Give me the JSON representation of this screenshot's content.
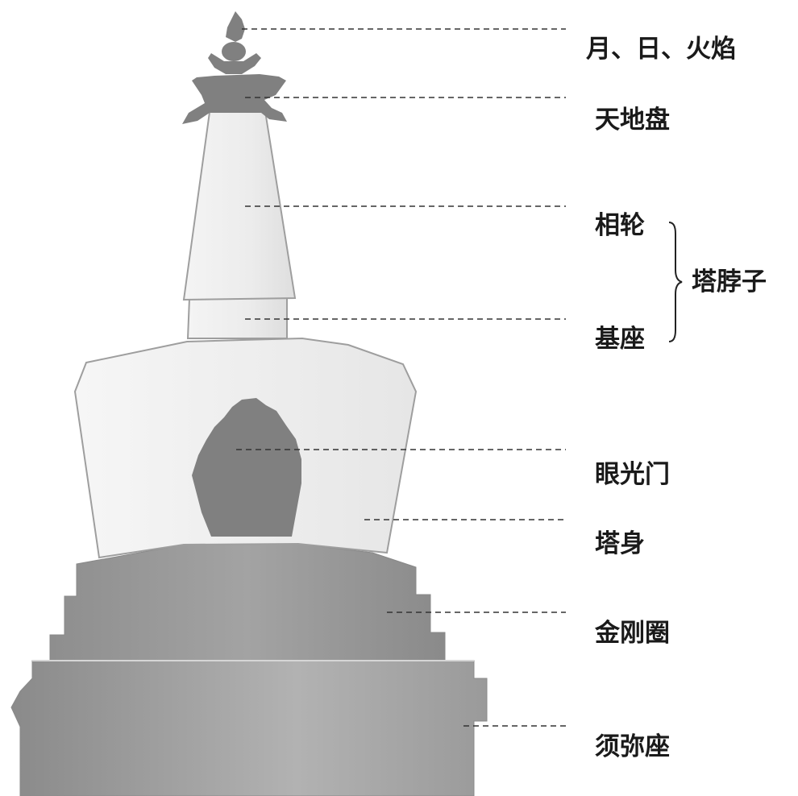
{
  "labels": {
    "finial": "月、日、火焰",
    "canopy": "天地盘",
    "rings": "相轮",
    "neck": "塔脖子",
    "neck_base": "基座",
    "niche": "眼光门",
    "body": "塔身",
    "vajra_ring": "金刚圈",
    "sumeru_base": "须弥座"
  },
  "colors": {
    "dark_gray": "#808080",
    "light_body": "#f0f0f0",
    "base_gray": "#9a9a9a",
    "outline": "#9e9e9e",
    "leader_line": "#333333"
  }
}
